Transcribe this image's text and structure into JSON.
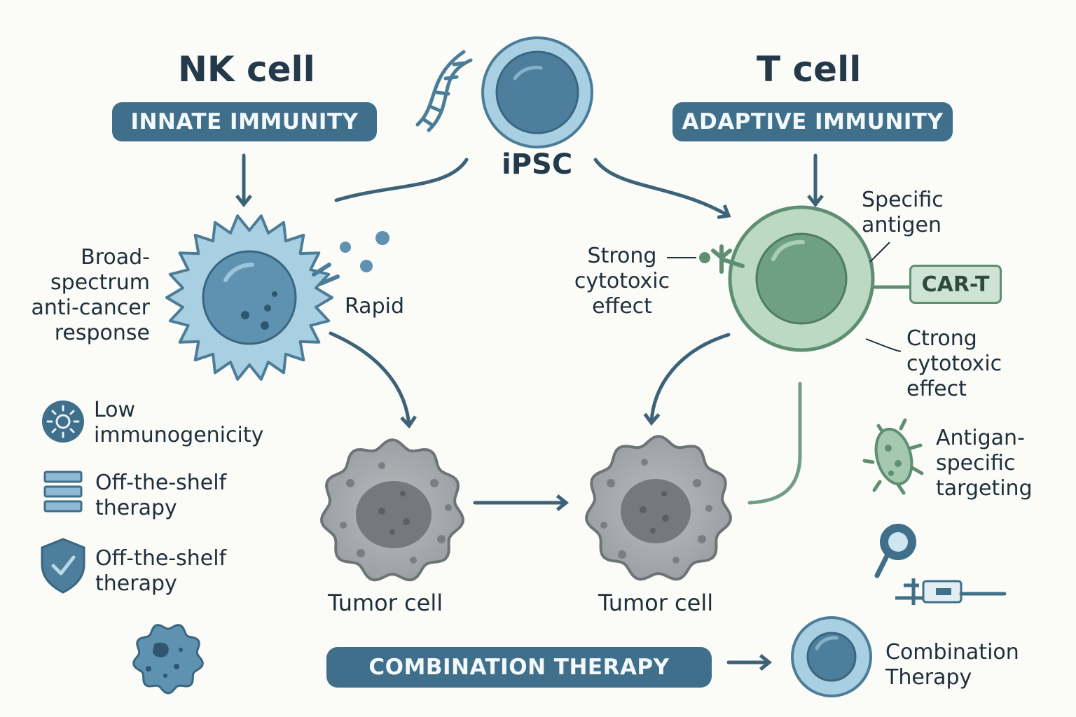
{
  "nk": {
    "title": "NK cell",
    "badge": "INNATE IMMUNITY",
    "response_label": "Broad-\nspectrum\nanti-cancer\nresponse",
    "rapid_label": "Rapid",
    "features": [
      {
        "icon": "virus-icon",
        "text": "Low\nimmunogenicity"
      },
      {
        "icon": "stack-icon",
        "text": "Off-the-shelf\ntherapy"
      },
      {
        "icon": "shield-check-icon",
        "text": "Off-the-shelf\ntherapy"
      }
    ]
  },
  "ipsc": {
    "label": "iPSC"
  },
  "t": {
    "title": "T cell",
    "badge": "ADAPTIVE IMMUNITY",
    "specific_antigen": "Specific\nantigen",
    "car_t": "CAR-T",
    "strong_cytotoxic": "Strong\ncytotoxic\neffect",
    "ctrong_cytotoxic": "Ctrong\ncytotoxic\neffect",
    "antigan_targeting": "Antigan-\nspecific\ntargeting"
  },
  "tumor": {
    "left_label": "Tumor cell",
    "right_label": "Tumor cell"
  },
  "combo": {
    "badge": "COMBINATION THERAPY",
    "label": "Combination\nTherapy"
  },
  "colors": {
    "dark_blue": "#3f6f8a",
    "light_blue": "#a9cfe3",
    "green": "#5f8f73",
    "gray": "#9ea3a7"
  }
}
